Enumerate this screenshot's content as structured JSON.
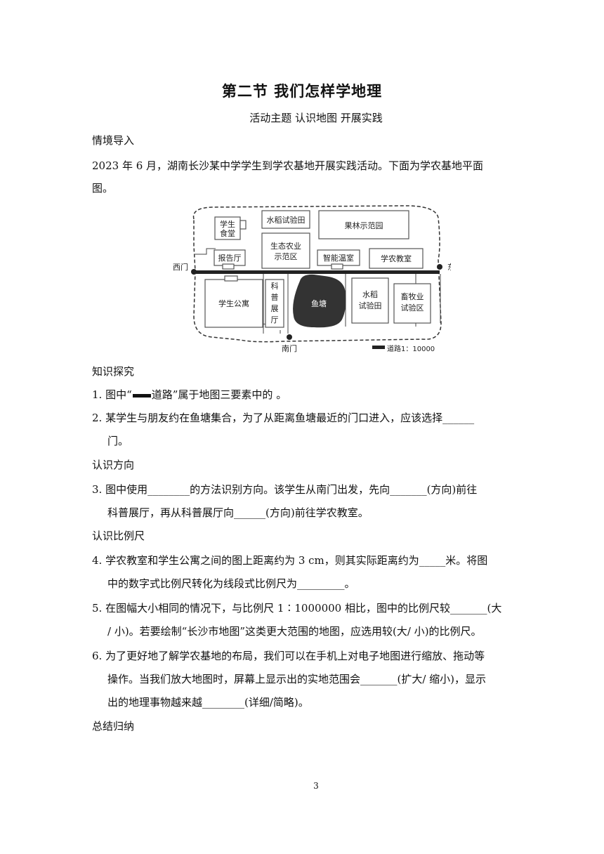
{
  "title": "第二节 我们怎样学地理",
  "subtitle": "活动主题 认识地图 开展实践",
  "sections": {
    "intro": "情境导入",
    "knowledge": "知识探究",
    "direction": "认识方向",
    "scale": "认识比例尺",
    "summary": "总结归纳"
  },
  "intro_text": {
    "line1": "2023  年 6  月，湖南长沙某中学学生到学农基地开展实践活动。下面为学农基地平面",
    "line2": "图。"
  },
  "map": {
    "labels": {
      "canteen_1": "学生",
      "canteen_2": "食堂",
      "rice_top": "水稻试验田",
      "orchard": "果林示范园",
      "eco_1": "生态农业",
      "eco_2": "示范区",
      "report": "报告厅",
      "greenhouse": "智能温室",
      "classroom": "学农教室",
      "west_gate": "西门",
      "east_gate": "东门",
      "dorm": "学生公寓",
      "sci_1": "科",
      "sci_2": "普",
      "sci_3": "展",
      "sci_4": "厅",
      "pond": "鱼塘",
      "rice_bottom_1": "水稻",
      "rice_bottom_2": "试验田",
      "livestock_1": "畜牧业",
      "livestock_2": "试验区",
      "south_gate": "南门",
      "legend": "道路1：10000"
    }
  },
  "questions": {
    "q1": {
      "a": "1.  图中“",
      "b": "道路”属于地图三要素中的  。"
    },
    "q2": {
      "l1": "2.  某学生与朋友约在鱼塘集合，为了从距离鱼塘最近的门口进入，应该选择______",
      "l2": "门。"
    },
    "q3": {
      "l1": "3.  图中使用________的方法识别方向。该学生从南门出发，先向_______(方向)前往",
      "l2": "科普展厅，再从科普展厅向______(方向)前往学农教室。"
    },
    "q4": {
      "l1": "4.  学农教室和学生公寓之间的图上距离约为 3 cm，则其实际距离约为_____米。将图",
      "l2": "中的数字式比例尺转化为线段式比例尺为_________。"
    },
    "q5": {
      "l1": "5.  在图幅大小相同的情况下，与比例尺 1∶1000000 相比，图中的比例尺较_______(大",
      "l2": "/  小)。若要绘制“长沙市地图”这类更大范围的地图，应选用较(大/  小)的比例尺。"
    },
    "q6": {
      "l1": "6.  为了更好地了解学农基地的布局，我们可以在手机上对电子地图进行缩放、拖动等",
      "l2": "操作。当我们放大地图时，屏幕上显示出的实地范围会_______(扩大/  缩小)，显示",
      "l3": "出的地理事物越来越________(详细/简略)。"
    }
  },
  "page_number": "3"
}
